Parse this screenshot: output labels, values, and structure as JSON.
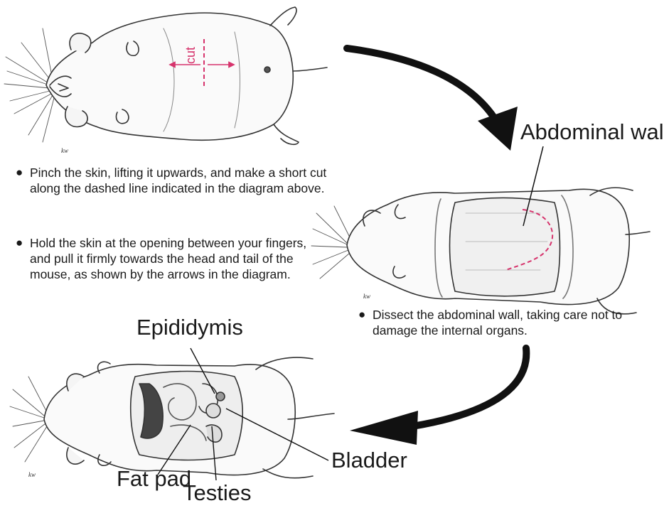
{
  "steps": [
    {
      "text": "Pinch the skin, lifting it upwards, and make a short cut along the dashed line indicated in the diagram above."
    },
    {
      "text": "Hold the skin at the opening between your fingers, and pull it firmly towards the head and tail of the mouse, as shown by the arrows in the diagram."
    },
    {
      "text": "Dissect the abdominal wall, taking care not to damage the internal organs."
    }
  ],
  "bullet": "●",
  "labels": {
    "cut": "cut",
    "abdominal_wall": "Abdominal wall",
    "epididymis": "Epididymis",
    "bladder": "Bladder",
    "fat_pad": "Fat pad",
    "testies": "Testies"
  },
  "signature": "kw",
  "colors": {
    "ink": "#1a1a1a",
    "cut_line": "#d6336c",
    "fur": "#666666"
  }
}
